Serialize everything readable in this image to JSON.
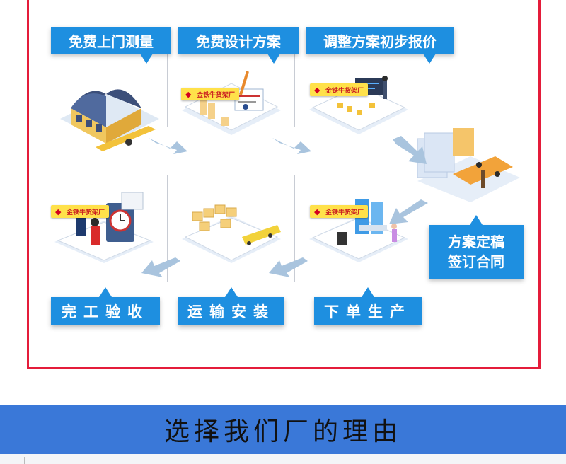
{
  "steps": {
    "s1": "免费上门测量",
    "s2": "免费设计方案",
    "s3": "调整方案初步报价",
    "s4_line1": "方案定稿",
    "s4_line2": "签订合同",
    "s5": "下单生产",
    "s6": "运输安装",
    "s7": "完工验收"
  },
  "brand_tag": "金铁牛货架厂",
  "banner_title": "选择我们厂的理由",
  "colors": {
    "frame": "#e41c3a",
    "label": "#1e8fe0",
    "banner": "#3a78d8",
    "arrow": "#a9c4de"
  },
  "icons": [
    "warehouse-icon",
    "design-icon",
    "analysis-icon",
    "contract-icon",
    "production-icon",
    "transport-icon",
    "inspection-icon",
    "arrow-icon"
  ]
}
